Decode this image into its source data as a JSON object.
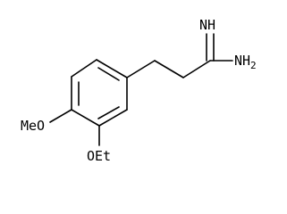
{
  "molecule": {
    "labels": {
      "imine": "NH",
      "amine": "NH",
      "amine_subscript": "2",
      "methoxy": "MeO",
      "ethoxy": "OEt"
    }
  }
}
